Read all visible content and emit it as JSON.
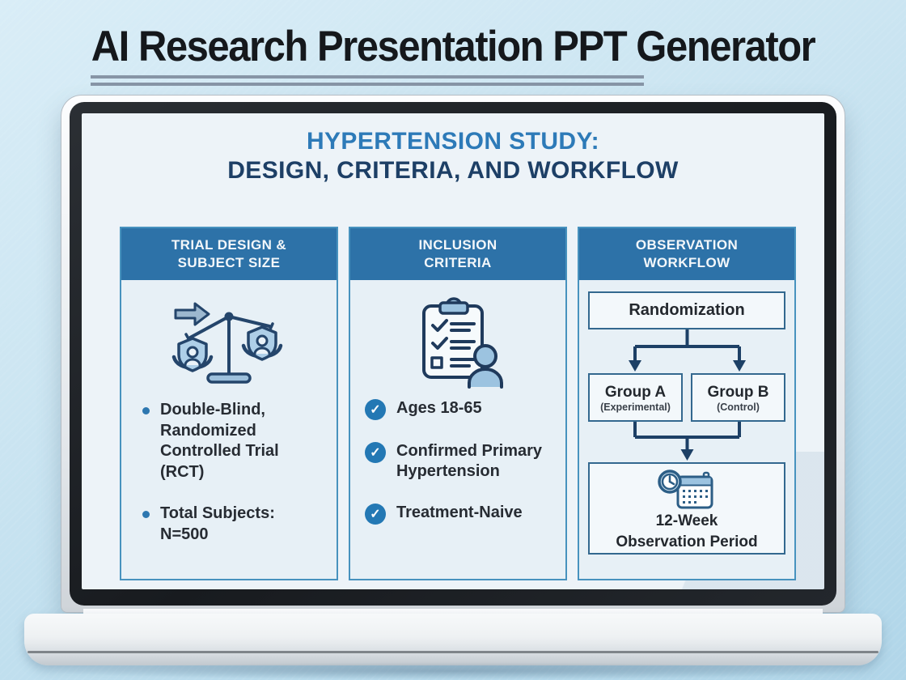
{
  "page": {
    "title": "AI Research Presentation PPT Generator"
  },
  "slide": {
    "title_line1": "HYPERTENSION STUDY:",
    "title_line2": "DESIGN, CRITERIA, AND WORKFLOW",
    "columns": [
      {
        "header_line1": "TRIAL DESIGN &",
        "header_line2": "SUBJECT SIZE",
        "icon": "balance-scale-icon",
        "bullets": [
          "Double-Blind, Randomized Controlled Trial (RCT)",
          "Total Subjects: N=500"
        ]
      },
      {
        "header_line1": "INCLUSION",
        "header_line2": "CRITERIA",
        "icon": "clipboard-checklist-icon",
        "check_glyph": "✓",
        "checks": [
          "Ages 18-65",
          "Confirmed Primary Hypertension",
          "Treatment-Naive"
        ]
      },
      {
        "header_line1": "OBSERVATION",
        "header_line2": "WORKFLOW",
        "icon": "clock-calendar-icon",
        "flow": {
          "start": "Randomization",
          "groups": [
            {
              "title": "Group A",
              "subtitle": "(Experimental)"
            },
            {
              "title": "Group B",
              "subtitle": "(Control)"
            }
          ],
          "end_line1": "12-Week",
          "end_line2": "Observation Period"
        }
      }
    ]
  },
  "colors": {
    "header_blue": "#2d72a8",
    "title_blue": "#2d7ab8",
    "navy": "#1d3f66",
    "check_blue": "#2378b4",
    "card_border": "#4792be",
    "flow_line": "#1d4066",
    "underline_gray": "#8795a6"
  }
}
